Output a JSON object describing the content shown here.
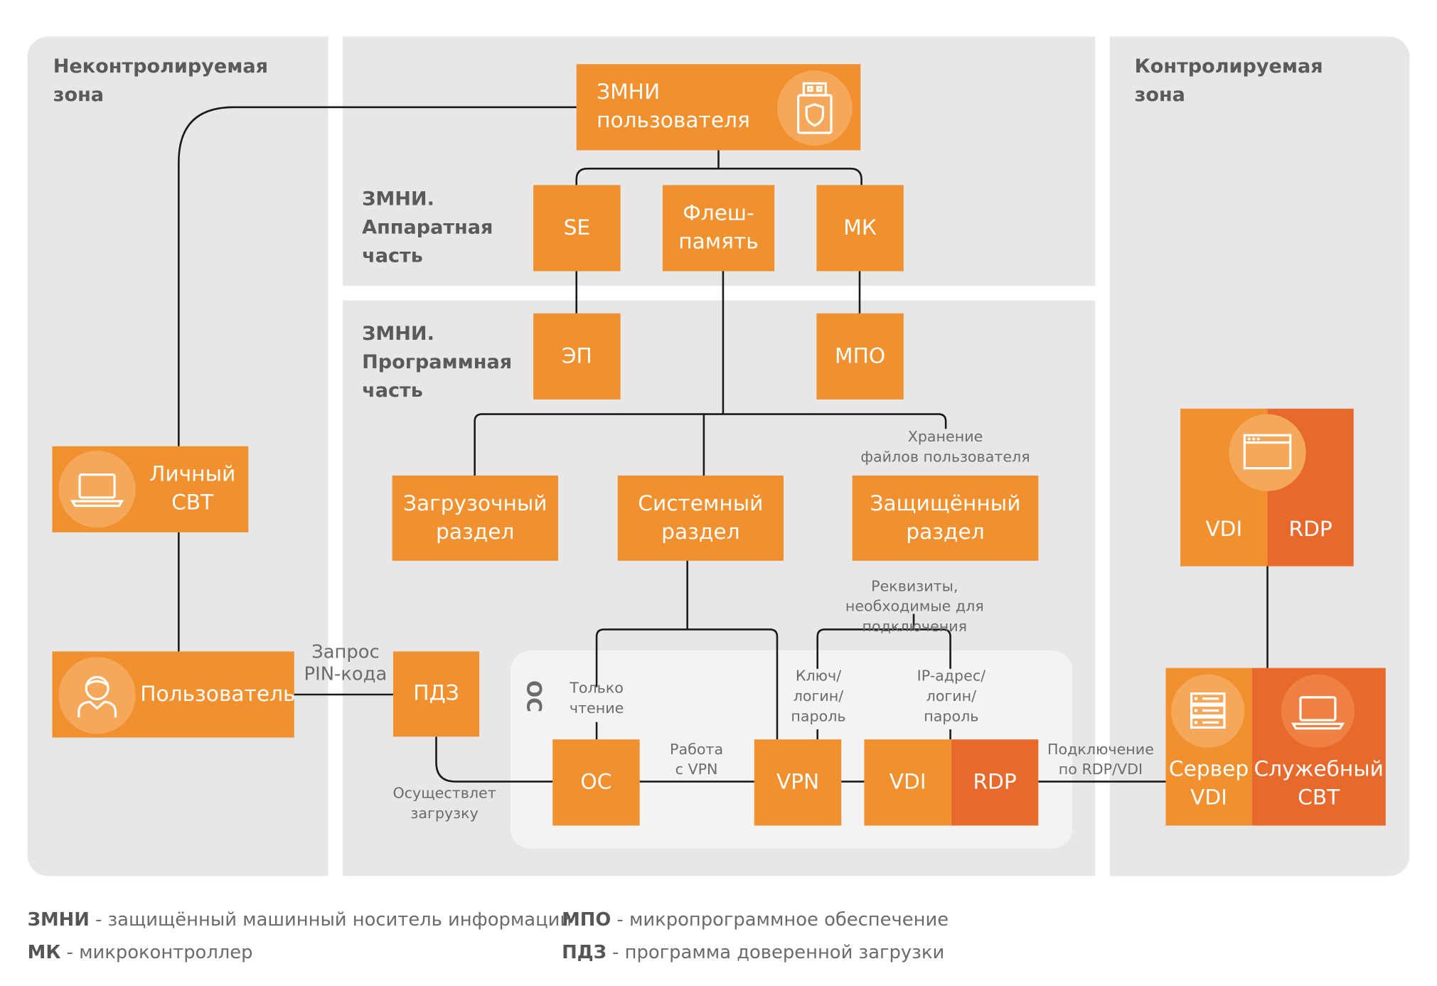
{
  "zones": {
    "uncontrolled": "Неконтролируемая\nзона",
    "hardware": "ЗМНИ.\nАппаратная\nчасть",
    "software": "ЗМНИ.\nПрограммная\nчасть",
    "controlled": "Контролируемая\nзона",
    "os": "ОС"
  },
  "boxes": {
    "zmni": "ЗМНИ\nпользователя",
    "se": "SE",
    "flash": "Флеш-\nпамять",
    "mk": "МК",
    "ep": "ЭП",
    "mpo": "МПО",
    "boot": "Загрузочный\nраздел",
    "system": "Системный\nраздел",
    "protected": "Защищённый\nраздел",
    "personal_svt": "Личный\nСВТ",
    "user": "Пользователь",
    "pdz": "ПДЗ",
    "os": "ОС",
    "vpn": "VPN",
    "vdi": "VDI",
    "rdp": "RDP",
    "server_vdi_label": "VDI",
    "server_rdp_label": "RDP",
    "server_vdi": "Сервер\nVDI",
    "service_svt": "Служебный\nСВТ"
  },
  "labels": {
    "storage": "Хранение\nфайлов пользователя",
    "requisites": "Реквизиты,\nнеобходимые для подключения",
    "pin": "Запрос\nPIN-кода",
    "boots": "Осуществлет\nзагрузку",
    "readonly": "Только\nчтение",
    "vpn_work": "Работа\nс VPN",
    "key": "Ключ/\nлогин/\nпароль",
    "ip": "IP-адрес/\nлогин/\nпароль",
    "connect": "Подключение\nпо RDP/VDI"
  },
  "legend": [
    {
      "term": "ЗМНИ",
      "desc": " - защищённый машинный носитель информации"
    },
    {
      "term": "МК",
      "desc": " - микроконтроллер"
    },
    {
      "term": "МПО",
      "desc": " - микропрограммное обеспечение"
    },
    {
      "term": "ПДЗ",
      "desc": " - программа доверенной загрузки"
    }
  ],
  "icons": [
    "usb-shield-icon",
    "laptop-icon",
    "user-icon",
    "browser-window-icon",
    "server-icon"
  ],
  "colors": {
    "orange": "#f0902f",
    "dark_orange": "#e8692c",
    "zone_bg": "#e7e7e7",
    "os_bg": "#f3f3f3"
  }
}
